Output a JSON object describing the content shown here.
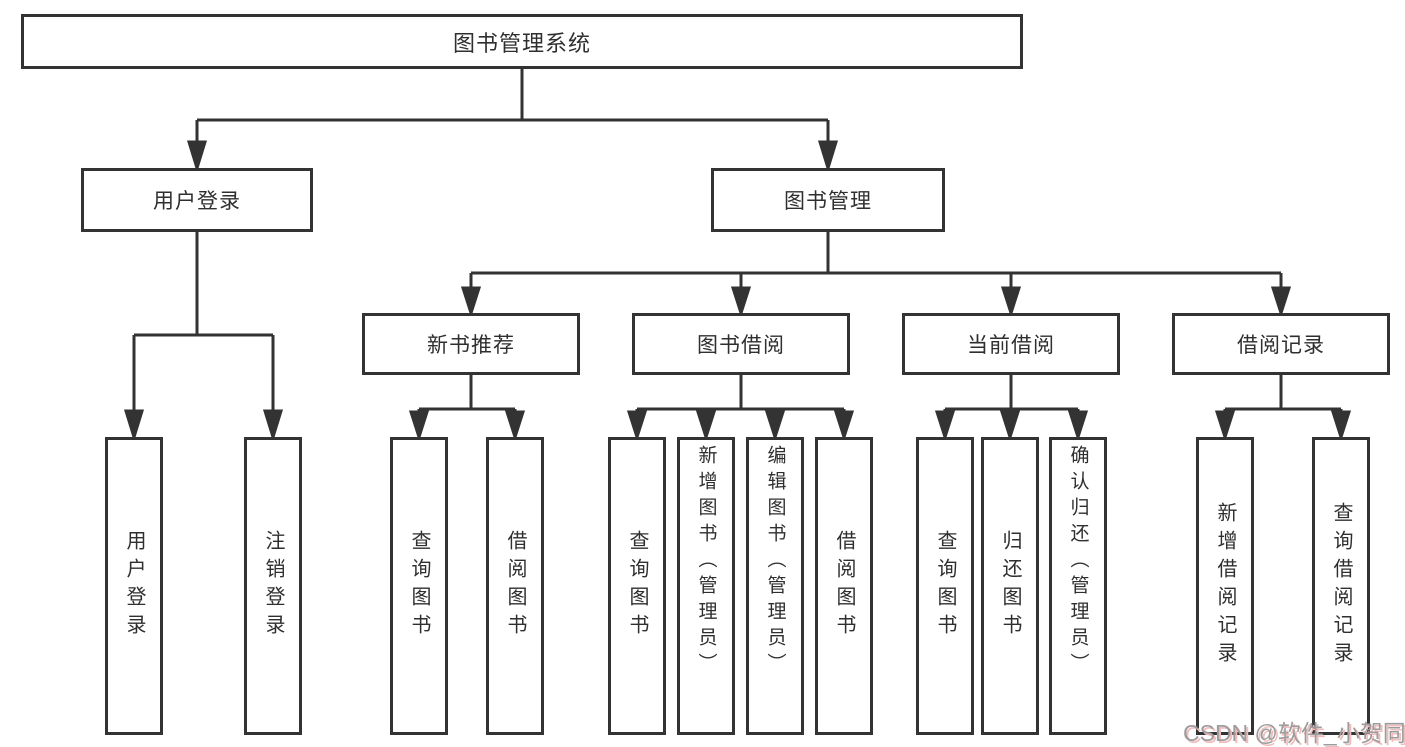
{
  "tree": {
    "root": {
      "label": "图书管理系统"
    },
    "branches": [
      {
        "label": "用户登录",
        "children": [
          {
            "label": "用户登录"
          },
          {
            "label": "注销登录"
          }
        ]
      },
      {
        "label": "图书管理",
        "groups": [
          {
            "label": "新书推荐",
            "children": [
              {
                "label": "查询图书"
              },
              {
                "label": "借阅图书"
              }
            ]
          },
          {
            "label": "图书借阅",
            "children": [
              {
                "label": "查询图书"
              },
              {
                "label": "新增图书（管理员）"
              },
              {
                "label": "编辑图书（管理员）"
              },
              {
                "label": "借阅图书"
              }
            ]
          },
          {
            "label": "当前借阅",
            "children": [
              {
                "label": "查询图书"
              },
              {
                "label": "归还图书"
              },
              {
                "label": "确认归还（管理员）"
              }
            ]
          },
          {
            "label": "借阅记录",
            "children": [
              {
                "label": "新增借阅记录"
              },
              {
                "label": "查询借阅记录"
              }
            ]
          }
        ]
      }
    ]
  },
  "watermark": {
    "text": "CSDN @软件_小贺同学"
  },
  "colors": {
    "line": "#333333",
    "box_border": "#333333",
    "box_background": "#ffffff",
    "text": "#2f2f2f",
    "watermark_text": "#9c9c9c",
    "watermark_shadow": "#f0bcbc",
    "background": "#ffffff"
  }
}
